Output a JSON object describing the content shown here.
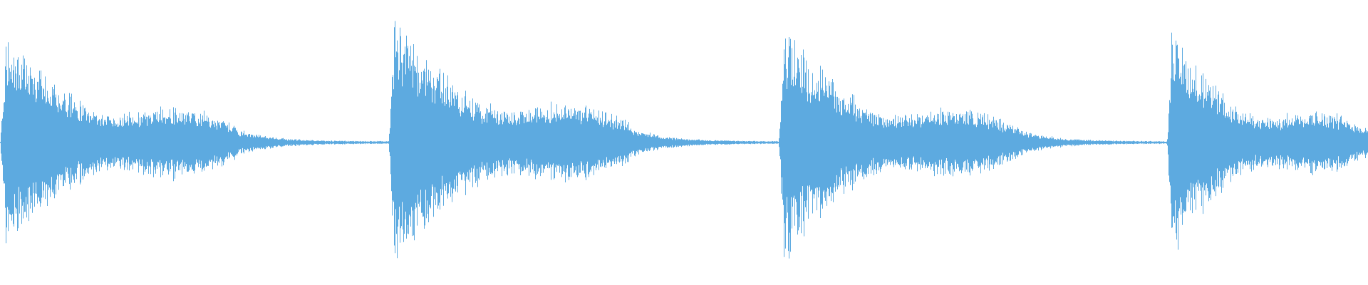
{
  "waveform": {
    "color": "#5DAAE0",
    "background": "#FFFFFF",
    "segments": [
      {
        "start": 0.0,
        "end": 0.172,
        "peak": 0.62,
        "body": 0.3
      },
      {
        "start": 0.284,
        "end": 0.46,
        "peak": 0.78,
        "body": 0.34
      },
      {
        "start": 0.569,
        "end": 0.745,
        "peak": 0.76,
        "body": 0.28
      },
      {
        "start": 0.853,
        "end": 1.0,
        "peak": 0.72,
        "body": 0.26
      }
    ]
  }
}
